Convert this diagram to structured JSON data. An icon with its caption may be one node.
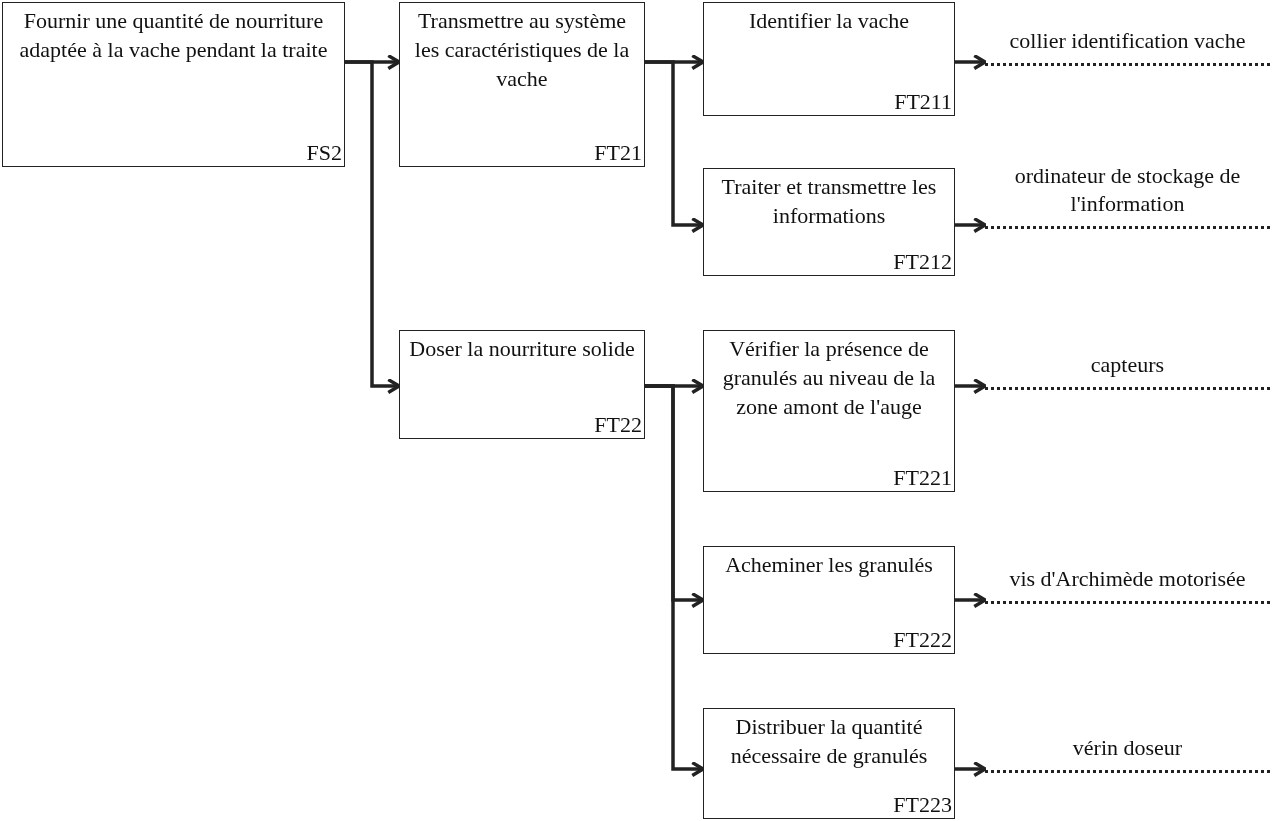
{
  "diagram": {
    "nodes": [
      {
        "text": [
          "Fournir une quantité de nourriture adaptée à la vache pendant la traite",
          "FS2"
        ]
      },
      {
        "text": [
          "Transmettre au système les caractéristiques de la vache",
          "FT21"
        ]
      },
      {
        "text": [
          "Identifier la vache",
          "FT211"
        ]
      },
      {
        "text": [
          "collier identification vache"
        ]
      },
      {
        "text": [
          "Traiter et transmettre les informations",
          "FT212"
        ]
      },
      {
        "text": [
          "ordinateur de stockage de l'information"
        ]
      },
      {
        "text": [
          "Doser la nourriture solide",
          "FT22"
        ]
      },
      {
        "text": [
          "Vérifier la présence de granulés au niveau de la zone amont de l'auge",
          "FT221"
        ]
      },
      {
        "text": [
          "capteurs"
        ]
      },
      {
        "text": [
          "Acheminer les granulés",
          "FT222"
        ]
      },
      {
        "text": [
          "vis d'Archimède motorisée"
        ]
      },
      {
        "text": [
          "Distribuer la quantité nécessaire de granulés",
          "FT223"
        ]
      },
      {
        "text": [
          "vérin doseur"
        ]
      }
    ],
    "edges": [
      {
        "from": 0,
        "to": 1,
        "arrow": "to"
      },
      {
        "from": 0,
        "to": 6,
        "arrow": "to"
      },
      {
        "from": 1,
        "to": 2,
        "arrow": "to"
      },
      {
        "from": 1,
        "to": 4,
        "arrow": "to"
      },
      {
        "from": 2,
        "to": 3,
        "arrow": "to"
      },
      {
        "from": 4,
        "to": 5,
        "arrow": "to"
      },
      {
        "from": 6,
        "to": 7,
        "arrow": "to"
      },
      {
        "from": 6,
        "to": 9,
        "arrow": "to"
      },
      {
        "from": 6,
        "to": 11,
        "arrow": "to"
      },
      {
        "from": 7,
        "to": 8,
        "arrow": "to"
      },
      {
        "from": 9,
        "to": 10,
        "arrow": "to"
      },
      {
        "from": 11,
        "to": 12,
        "arrow": "to"
      }
    ]
  }
}
